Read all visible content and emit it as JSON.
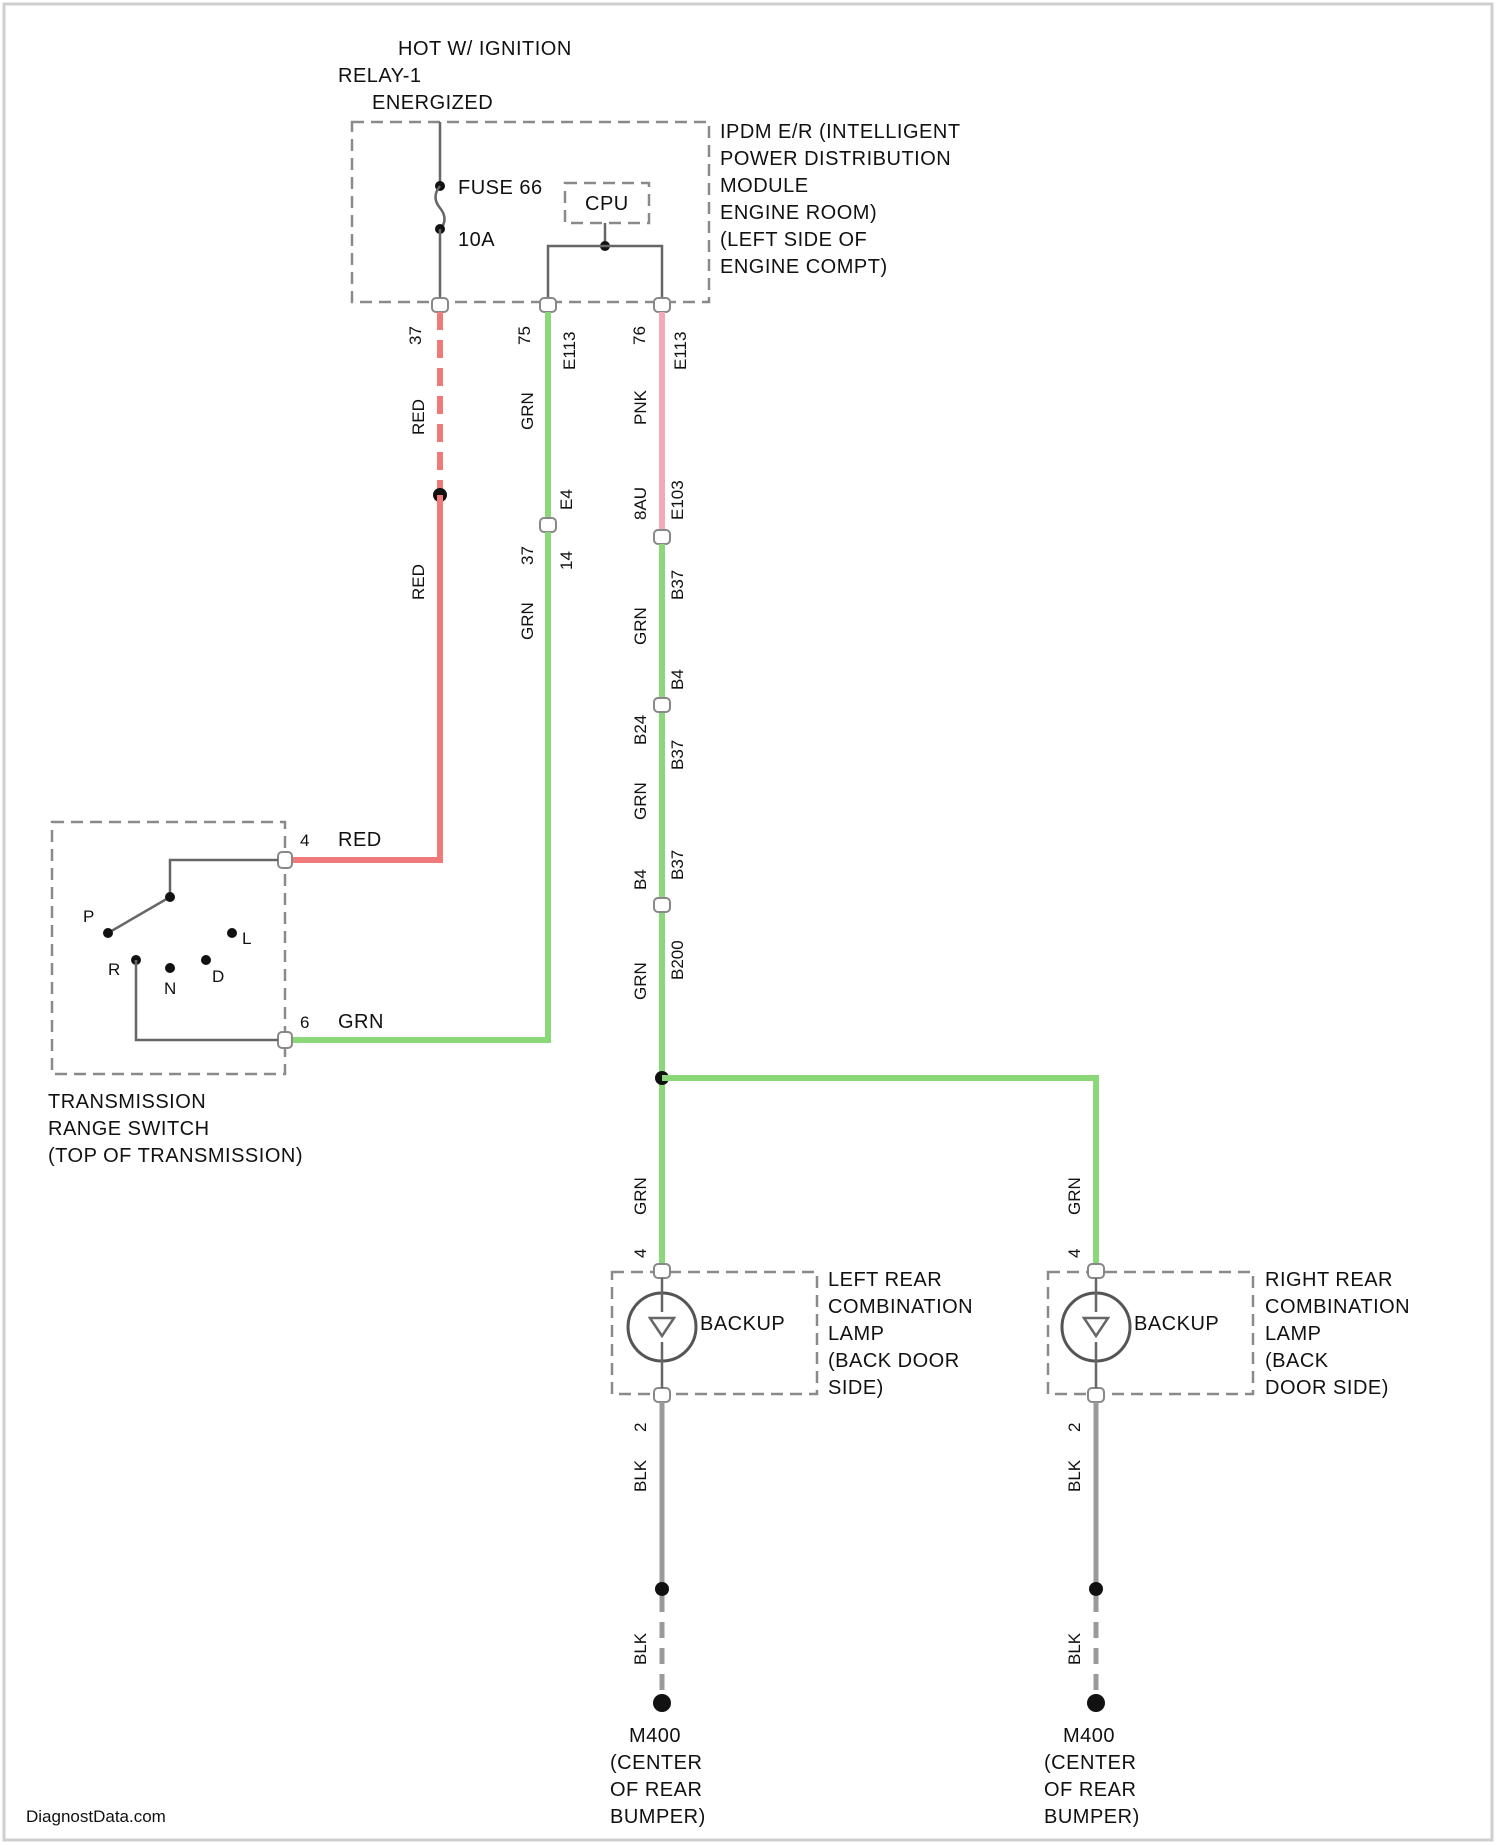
{
  "power_source": {
    "line1": "HOT W/ IGNITION",
    "line2": "RELAY-1",
    "line3": "ENERGIZED"
  },
  "ipdm": {
    "label_lines": [
      "IPDM E/R (INTELLIGENT",
      "POWER DISTRIBUTION",
      "MODULE",
      "ENGINE ROOM)",
      "(LEFT SIDE OF",
      "ENGINE COMPT)"
    ],
    "fuse_label": "FUSE 66",
    "fuse_rating": "10A",
    "cpu_label": "CPU",
    "pins": [
      "37",
      "75",
      "76"
    ],
    "connectors": [
      "E113",
      "E113"
    ]
  },
  "wires": {
    "red_upper": "RED",
    "red_lower": "RED",
    "grn_upper": "GRN",
    "grn_lower": "GRN",
    "pnk_upper": "PNK",
    "e4_label": "E4",
    "e4_pin": "14",
    "b4_label": "B4",
    "b4_pin": "37",
    "e103_label": "E103",
    "e103_pin": "8AU",
    "b_segment_labels": [
      "B37",
      "GRN",
      "B4",
      "B37",
      "GRN",
      "B24",
      "B37",
      "GRN",
      "B4",
      "B200"
    ],
    "branch_left_color": "GRN",
    "branch_right_color": "GRN",
    "ground_left_upper": "BLK",
    "ground_left_lower": "BLK",
    "ground_right_upper": "BLK",
    "ground_right_lower": "BLK"
  },
  "trans_switch": {
    "pin_top": "4",
    "pin_top_color": "RED",
    "pin_bottom": "6",
    "pin_bottom_color": "GRN",
    "positions": [
      "P",
      "R",
      "N",
      "D",
      "L"
    ],
    "label_lines": [
      "TRANSMISSION",
      "RANGE SWITCH",
      "(TOP OF TRANSMISSION)"
    ]
  },
  "left_lamp": {
    "pin_top": "4",
    "pin_bottom": "2",
    "function": "BACKUP",
    "label_lines": [
      "LEFT REAR",
      "COMBINATION",
      "LAMP",
      "(BACK DOOR",
      "SIDE)"
    ]
  },
  "right_lamp": {
    "pin_top": "4",
    "pin_bottom": "2",
    "function": "BACKUP",
    "label_lines": [
      "RIGHT REAR",
      "COMBINATION",
      "LAMP",
      "(BACK",
      "DOOR SIDE)"
    ]
  },
  "ground_left": {
    "label_lines": [
      "M400",
      "(CENTER",
      "OF REAR",
      "BUMPER)"
    ]
  },
  "ground_right": {
    "label_lines": [
      "M400",
      "(CENTER",
      "OF REAR",
      "BUMPER)"
    ]
  },
  "footer": {
    "watermark": "DiagnostData.com"
  },
  "colors": {
    "red_wire": "#f07a7a",
    "green_wire": "#8ad87a",
    "pink_wire": "#f5a8b8",
    "ground_wire": "#9a9a9a"
  }
}
